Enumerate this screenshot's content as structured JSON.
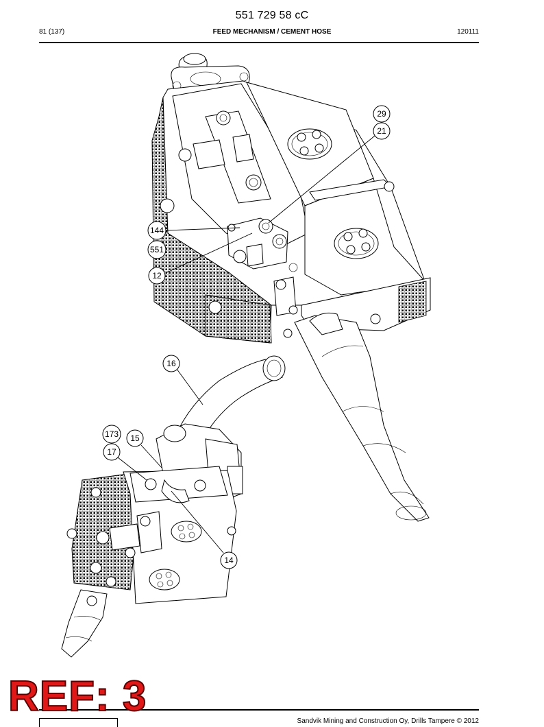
{
  "header": {
    "doc_number": "551 729 58 cC",
    "page": "81 (137)",
    "section_title": "FEED MECHANISM / CEMENT HOSE",
    "date_code": "120111"
  },
  "callouts": [
    {
      "label": "29"
    },
    {
      "label": "21"
    },
    {
      "label": "144"
    },
    {
      "label": "551"
    },
    {
      "label": "12"
    },
    {
      "label": "16"
    },
    {
      "label": "173"
    },
    {
      "label": "15"
    },
    {
      "label": "17"
    },
    {
      "label": "14"
    }
  ],
  "footer": {
    "copyright": "Sandvik Mining and Construction Oy, Drills Tampere © 2012"
  },
  "ref_stamp": "REF: 3"
}
